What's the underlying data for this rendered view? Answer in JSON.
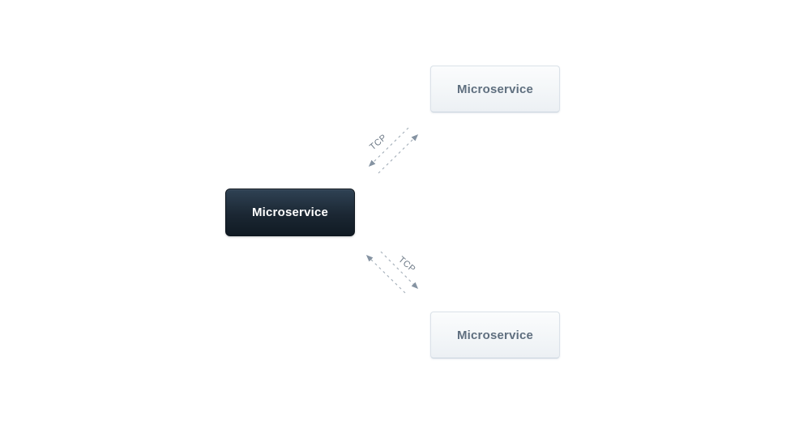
{
  "diagram": {
    "nodes": [
      {
        "id": "microservice-center",
        "label": "Microservice",
        "variant": "dark"
      },
      {
        "id": "microservice-top-right",
        "label": "Microservice",
        "variant": "light"
      },
      {
        "id": "microservice-bottom-right",
        "label": "Microservice",
        "variant": "light"
      }
    ],
    "connections": [
      {
        "from": "microservice-center",
        "to": "microservice-top-right",
        "label": "TCP",
        "line_style": "dashed",
        "bidirectional": true
      },
      {
        "from": "microservice-center",
        "to": "microservice-bottom-right",
        "label": "TCP",
        "line_style": "dashed",
        "bidirectional": true
      }
    ],
    "colors": {
      "background": "#ffffff",
      "dark_node_top": "#2f4254",
      "dark_node_bottom": "#101a23",
      "dark_node_text": "#ffffff",
      "light_node_top": "#fbfcfd",
      "light_node_bottom": "#ecf0f4",
      "light_node_border": "#dbe2e9",
      "light_node_text": "#5f6f7f",
      "connector_line": "#a9b3bd",
      "arrowhead": "#8593a2",
      "connection_label_text": "#6e7a87"
    }
  }
}
